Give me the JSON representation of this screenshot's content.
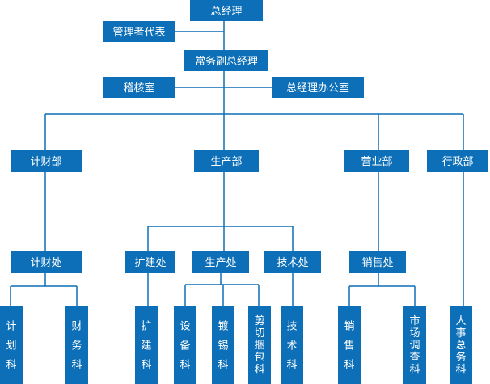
{
  "org_chart": {
    "nodes": [
      {
        "id": "gm",
        "label": "总经理"
      },
      {
        "id": "rep",
        "label": "管理者代表"
      },
      {
        "id": "deputy",
        "label": "常务副总经理"
      },
      {
        "id": "audit",
        "label": "稽核室"
      },
      {
        "id": "gm_office",
        "label": "总经理办公室"
      },
      {
        "id": "finance_dept",
        "label": "计财部"
      },
      {
        "id": "production_dept",
        "label": "生产部"
      },
      {
        "id": "sales_dept",
        "label": "营业部"
      },
      {
        "id": "admin_dept",
        "label": "行政部"
      },
      {
        "id": "finance_office",
        "label": "计财处"
      },
      {
        "id": "expansion_office",
        "label": "扩建处"
      },
      {
        "id": "production_office",
        "label": "生产处"
      },
      {
        "id": "tech_office",
        "label": "技术处"
      },
      {
        "id": "sales_office",
        "label": "销售处"
      },
      {
        "id": "plan_section",
        "label": "计划科"
      },
      {
        "id": "finance_section",
        "label": "财务科"
      },
      {
        "id": "expansion_section",
        "label": "扩建科"
      },
      {
        "id": "equipment_section",
        "label": "设备科"
      },
      {
        "id": "plating_section",
        "label": "镀锡科"
      },
      {
        "id": "cut_pack_section",
        "label": "剪切捆包科"
      },
      {
        "id": "tech_section",
        "label": "技术科"
      },
      {
        "id": "sales_section",
        "label": "销售科"
      },
      {
        "id": "market_section",
        "label": "市场调查科"
      },
      {
        "id": "hr_section",
        "label": "人事总务科"
      }
    ],
    "edges": [
      [
        "gm",
        "rep"
      ],
      [
        "gm",
        "deputy"
      ],
      [
        "deputy",
        "audit"
      ],
      [
        "deputy",
        "gm_office"
      ],
      [
        "deputy",
        "finance_dept"
      ],
      [
        "deputy",
        "production_dept"
      ],
      [
        "deputy",
        "sales_dept"
      ],
      [
        "deputy",
        "admin_dept"
      ],
      [
        "finance_dept",
        "finance_office"
      ],
      [
        "production_dept",
        "expansion_office"
      ],
      [
        "production_dept",
        "production_office"
      ],
      [
        "production_dept",
        "tech_office"
      ],
      [
        "sales_dept",
        "sales_office"
      ],
      [
        "finance_office",
        "plan_section"
      ],
      [
        "finance_office",
        "finance_section"
      ],
      [
        "expansion_office",
        "expansion_section"
      ],
      [
        "production_office",
        "equipment_section"
      ],
      [
        "production_office",
        "plating_section"
      ],
      [
        "production_office",
        "cut_pack_section"
      ],
      [
        "tech_office",
        "tech_section"
      ],
      [
        "sales_office",
        "sales_section"
      ],
      [
        "sales_office",
        "market_section"
      ],
      [
        "admin_dept",
        "hr_section"
      ]
    ]
  },
  "colors": {
    "box": "#0d6fb7",
    "line": "#0d6fb7",
    "text": "#ffffff"
  }
}
